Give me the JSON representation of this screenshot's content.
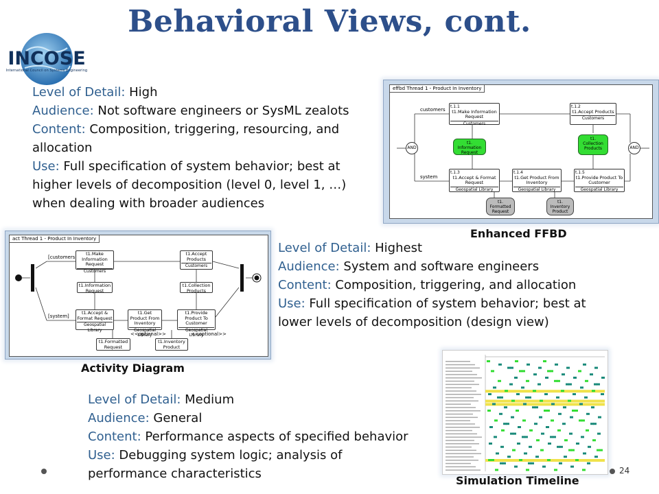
{
  "title": "Behavioral Views, cont.",
  "logo": {
    "text": "INCOSE",
    "subtext": "International Council on Systems Engineering"
  },
  "blocks": {
    "high": {
      "lod_key": "Level of Detail:",
      "lod_val": " High",
      "aud_key": "Audience:",
      "aud_val": " Not software engineers or SysML zealots",
      "content_key": "Content:",
      "content_line1": " Composition, triggering, resourcing, and",
      "content_line2": "allocation",
      "use_key": "Use:",
      "use_line1": " Full specification of system behavior; best at",
      "use_line2": "higher levels of decomposition (level 0, level 1, …)",
      "use_line3": "when dealing with broader audiences"
    },
    "highest": {
      "lod_key": "Level of Detail:",
      "lod_val": " Highest",
      "aud_key": "Audience:",
      "aud_val": " System and software engineers",
      "content_key": "Content:",
      "content_val": " Composition, triggering,  and allocation",
      "use_key": "Use:",
      "use_line1": " Full specification of system behavior; best at",
      "use_line2": "lower levels of decomposition (design view)"
    },
    "medium": {
      "lod_key": "Level of Detail:",
      "lod_val": " Medium",
      "aud_key": "Audience:",
      "aud_val": " General",
      "content_key": "Content:",
      "content_val": " Performance aspects of specified behavior",
      "use_key": "Use:",
      "use_line1": " Debugging system logic; analysis of",
      "use_line2": "performance characteristics"
    }
  },
  "captions": {
    "ffbd": "Enhanced FFBD",
    "activity": "Activity Diagram",
    "timeline": "Simulation Timeline"
  },
  "ffbd": {
    "frame": "effbd Thread 1 - Product In Inventory",
    "customers": "customers",
    "system": "system",
    "and": "AND",
    "n111_id": "t.1.1",
    "n111_name": "t1.Make Information Request",
    "n111_lib": "Customers",
    "n112_id": "t.1.2",
    "n112_name": "t1.Accept Products",
    "n112_lib": "Customers",
    "n113_id": "t.1.3",
    "n113_name": "t1.Accept & Format Request",
    "n113_lib": "Geospatial Library",
    "n114_id": "t.1.4",
    "n114_name": "t1.Get Product From Inventory",
    "n114_lib": "Geospatial Library",
    "n115_id": "t.1.5",
    "n115_name": "t1.Provide Product To Customer",
    "n115_lib": "Geospatial Library",
    "g1": "t1. Information Request",
    "g2": "t1. Collection Products",
    "r1": "t1. Formatted Request",
    "r2": "t1. Inventory Product"
  },
  "activity": {
    "frame": "act Thread 1 - Product In Inventory",
    "customers": "[customers]",
    "system": "[system]",
    "a1": "t1.Make Information Request",
    "a1_lib": "Customers",
    "a2": "t1.Accept Products",
    "a2_lib": "Customers",
    "a3": "t1.Information Request",
    "a4": "t1.Collection Products",
    "a5": "t1.Accept & Format Request",
    "a5_lib": "Geospatial Library",
    "a6": "t1.Get Product From Inventory",
    "a6_lib": "Geospatial Library",
    "a7": "t1.Provide Product To Customer",
    "a7_lib": "Geospatial Library",
    "a8": "t1.Formatted Request",
    "a9": "t1.Inventory Product",
    "opt1": "<<optional>>",
    "opt2": "<<optional>>"
  },
  "page_number": "24",
  "colors": {
    "title": "#2d4f8a",
    "key": "#2f5f8f",
    "panel": "#c8d8ea",
    "green": "#33dd33",
    "teal": "#1a8a7a",
    "yellow": "#f0e24a"
  }
}
